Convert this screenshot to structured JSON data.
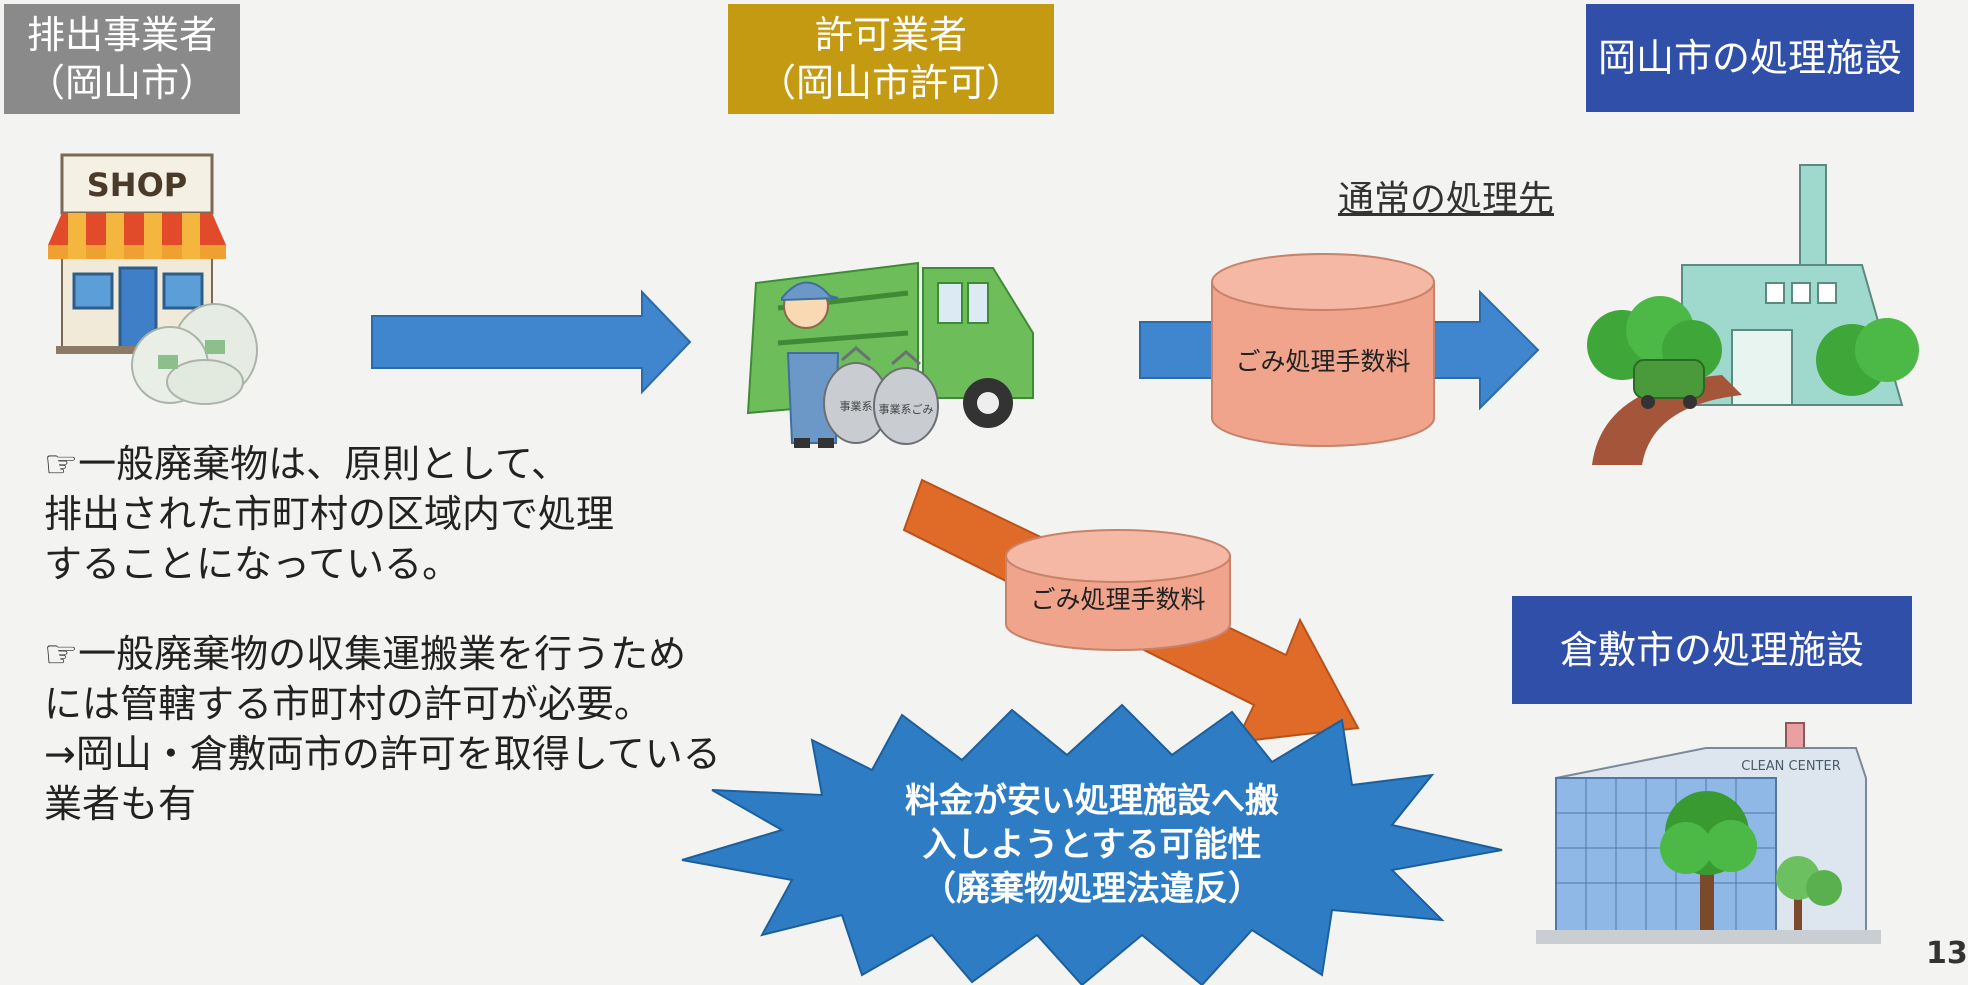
{
  "headers": {
    "emitter": {
      "line1": "排出事業者",
      "line2": "（岡山市）",
      "color": "#8a8a8a"
    },
    "licensee": {
      "line1": "許可業者",
      "line2": "（岡山市許可）",
      "color": "#c49a12"
    },
    "okayama_facility": {
      "label": "岡山市の処理施設",
      "color": "#2f4fa8"
    },
    "kurashiki_facility": {
      "label": "倉敷市の処理施設",
      "color": "#2f4fa8"
    }
  },
  "shop": {
    "sign": "SHOP"
  },
  "normal_route_label": "通常の処理先",
  "fee_cylinders": {
    "top": "ごみ処理手数料",
    "bottom": "ごみ処理手数料"
  },
  "notes": [
    {
      "lines": [
        "☞一般廃棄物は、原則として、",
        "排出された市町村の区域内で処理",
        "することになっている。"
      ]
    },
    {
      "lines": [
        "☞一般廃棄物の収集運搬業を行うため",
        "には管轄する市町村の許可が必要。",
        "→岡山・倉敷両市の許可を取得している",
        "業者も有"
      ]
    }
  ],
  "warning_burst": {
    "lines": [
      "料金が安い処理施設へ搬",
      "入しようとする可能性",
      "（廃棄物処理法違反）"
    ],
    "color": "#2e7cc4"
  },
  "truck_bags": {
    "bag1": "事業系",
    "bag2": "事業系ごみ"
  },
  "kurashiki_building_sign": "CLEAN CENTER",
  "page_number": "13",
  "colors": {
    "blue_arrow": "#3f86cf",
    "orange_arrow": "#e06a28",
    "cylinder": "#f0a48c"
  }
}
